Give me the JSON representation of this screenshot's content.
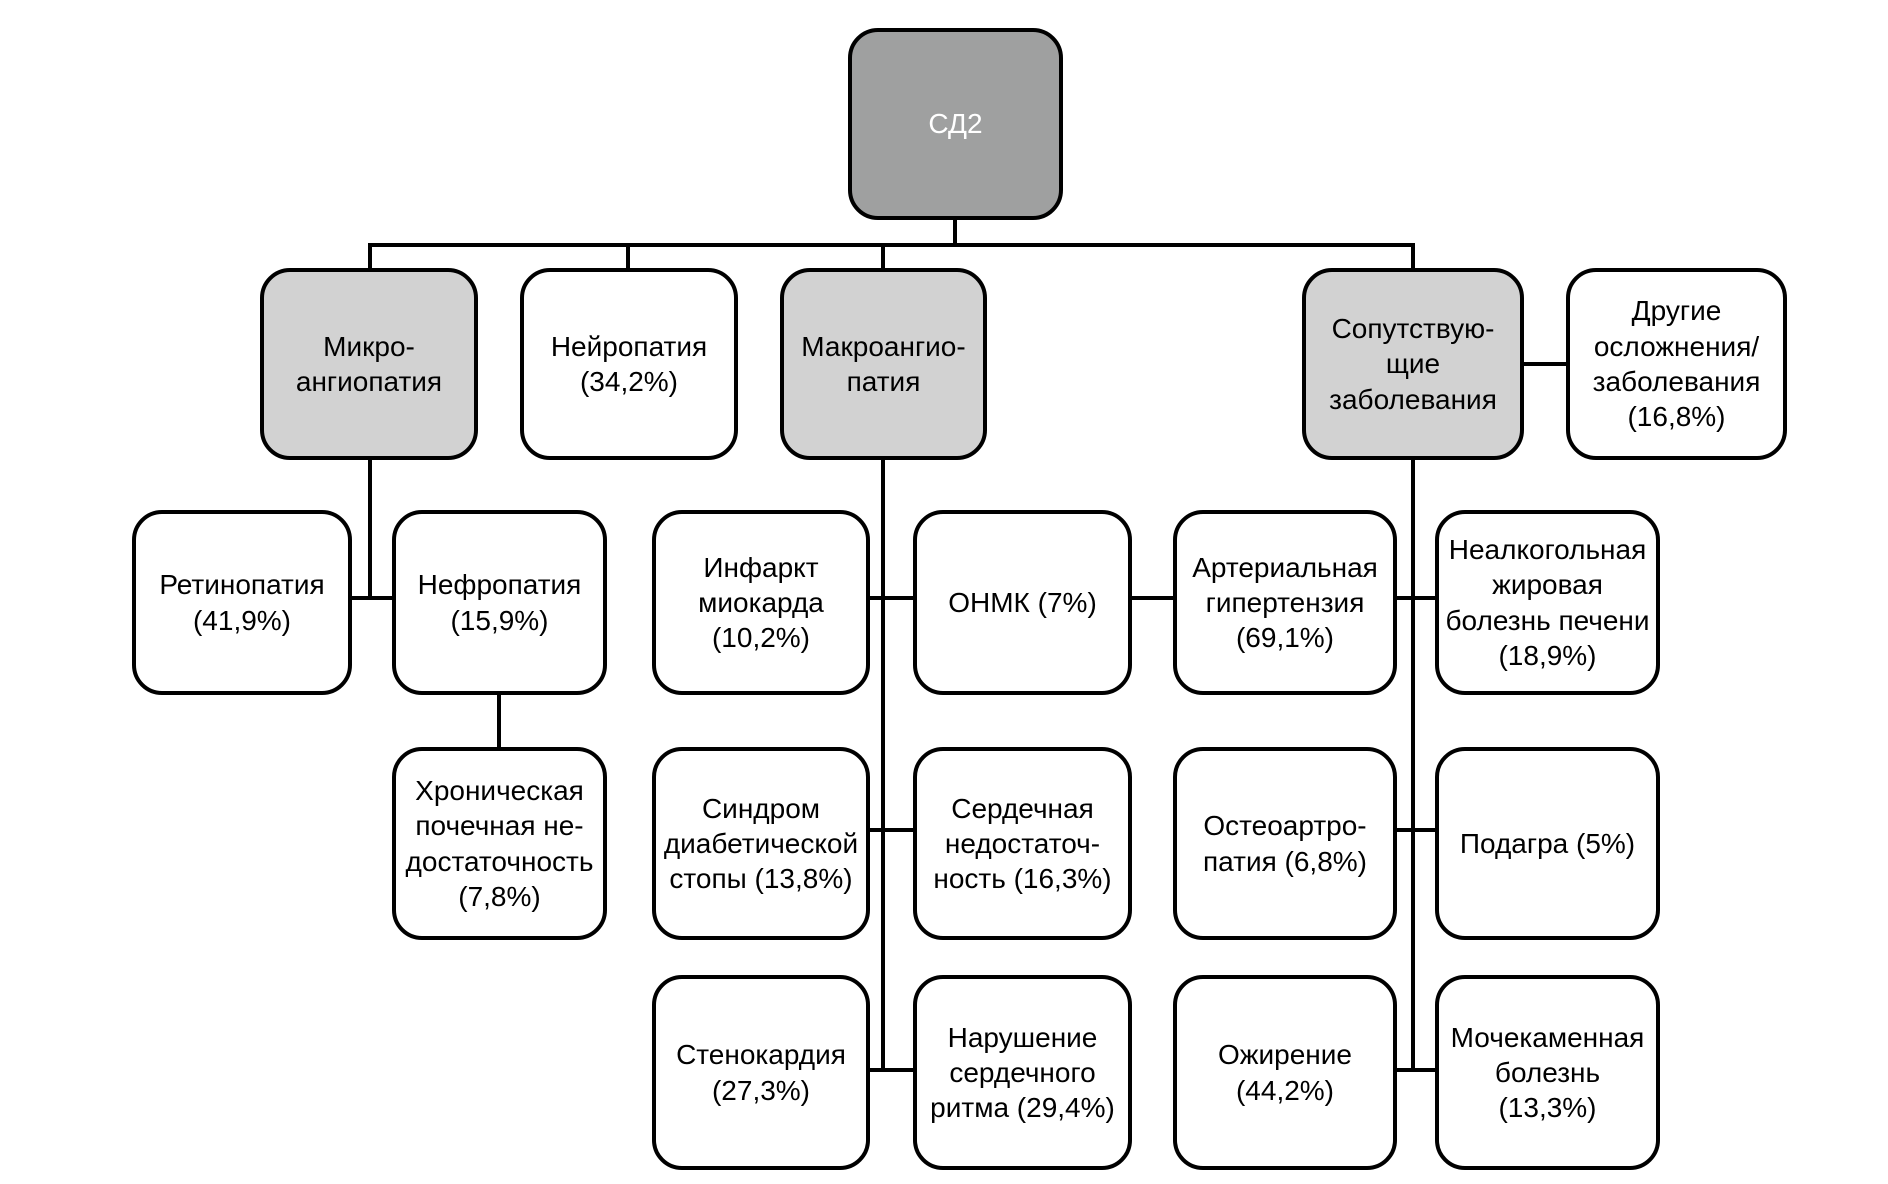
{
  "diagram": {
    "type": "hierarchy-flowchart",
    "language": "ru",
    "nodes": {
      "sd2": {
        "label": "СД2"
      },
      "micro": {
        "label": "Микро-\nангиопатия"
      },
      "neuro": {
        "label": "Нейропатия\n(34,2%)"
      },
      "macro": {
        "label": "Макроангио-\nпатия"
      },
      "comorbid": {
        "label": "Сопутствую-\nщие\nзаболевания"
      },
      "other": {
        "label": "Другие\nосложнения/\nзаболевания\n(16,8%)"
      },
      "retino": {
        "label": "Ретинопатия\n(41,9%)"
      },
      "nephro": {
        "label": "Нефропатия\n(15,9%)"
      },
      "ckd": {
        "label": "Хроническая\nпочечная не-\nдостаточность\n(7,8%)"
      },
      "mi": {
        "label": "Инфаркт\nмиокарда\n(10,2%)"
      },
      "onmk": {
        "label": "ОНМК (7%)"
      },
      "ah": {
        "label": "Артериальная\nгипертензия\n(69,1%)"
      },
      "nafld": {
        "label": "Неалкогольная\nжировая\nболезнь печени\n(18,9%)"
      },
      "sds": {
        "label": "Синдром\nдиабетической\nстопы (13,8%)"
      },
      "hf": {
        "label": "Сердечная\nнедостаточ-\nность (16,3%)"
      },
      "osteo": {
        "label": "Остеоартро-\nпатия (6,8%)"
      },
      "gout": {
        "label": "Подагра (5%)"
      },
      "angina": {
        "label": "Стенокардия\n(27,3%)"
      },
      "arrhythmia": {
        "label": "Нарушение\nсердечного\nритма (29,4%)"
      },
      "obesity": {
        "label": "Ожирение\n(44,2%)"
      },
      "uro": {
        "label": "Мочекаменная\nболезнь\n(13,3%)"
      }
    },
    "colors": {
      "root_fill": "#9fa0a0",
      "branch_fill": "#d2d2d2",
      "leaf_fill": "#ffffff",
      "border": "#000000",
      "connector": "#000000",
      "root_text": "#ffffff",
      "text": "#000000"
    }
  }
}
